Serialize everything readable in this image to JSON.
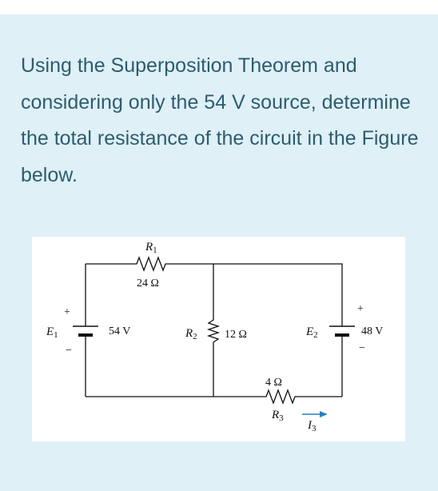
{
  "question": {
    "text": "Using the Superposition Theorem and considering only the 54 V source, determine the total resistance of the circuit in the Figure below."
  },
  "circuit": {
    "r1": {
      "symbol": "R",
      "sub": "1",
      "value": "24 Ω"
    },
    "r2": {
      "symbol": "R",
      "sub": "2",
      "value": "12 Ω"
    },
    "r3": {
      "symbol": "R",
      "sub": "3",
      "value": "4 Ω"
    },
    "e1": {
      "symbol": "E",
      "sub": "1",
      "value": "54 V",
      "plus": "+",
      "minus": "−"
    },
    "e2": {
      "symbol": "E",
      "sub": "2",
      "value": "48 V",
      "plus": "+",
      "minus": "−"
    },
    "i3": {
      "symbol": "I",
      "sub": "3"
    }
  },
  "colors": {
    "background": "#dff0f7",
    "text": "#2d5c6e",
    "figure_background": "#ffffff",
    "current_arrow": "#2a7fc0"
  }
}
